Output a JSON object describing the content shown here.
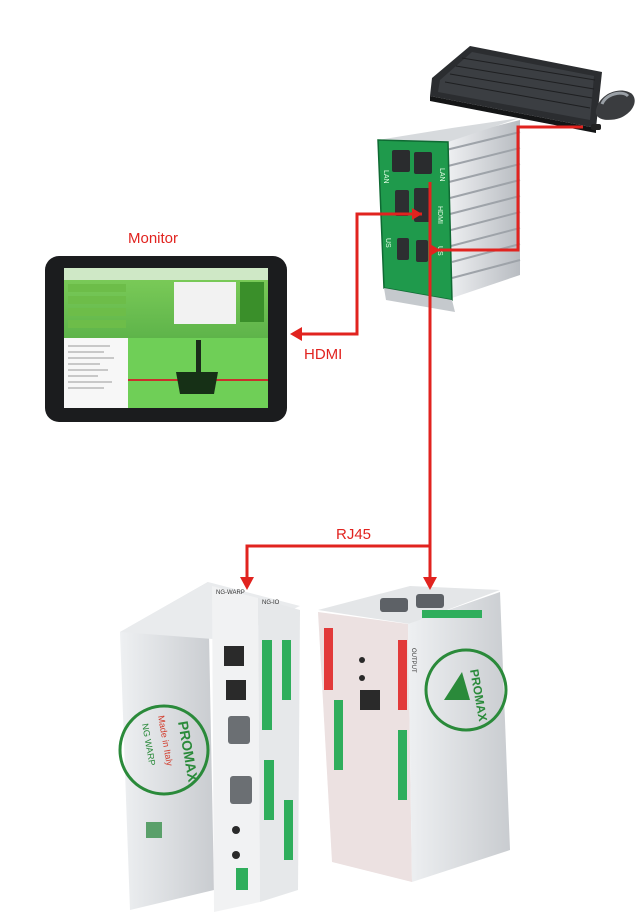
{
  "labels": {
    "monitor": "Monitor",
    "hdmi": "HDMI",
    "rj45": "RJ45"
  },
  "device_text": {
    "pc_port_lan_1": "LAN",
    "pc_port_lan_2": "LAN",
    "pc_port_hdmi": "HDMI",
    "pc_port_usb_1": "US",
    "pc_port_usb_2": "US",
    "brand": "PROMAX",
    "made_in": "Made in Italy",
    "product": "NG WARP",
    "module_1": "NG-WARP",
    "module_2": "NG-IO",
    "output": "OUTPUT"
  },
  "colors": {
    "cable": "#e1231f",
    "label": "#e1231f",
    "board_green": "#1f9a4c",
    "logo_green": "#2a8a3a",
    "italy_red": "#d23a2a",
    "housing": "#dcdfe2",
    "screen_green": "#55b947"
  },
  "icons": {
    "keyboard": "keyboard-icon",
    "mouse": "mouse-icon",
    "arrow": "arrowhead-icon"
  }
}
